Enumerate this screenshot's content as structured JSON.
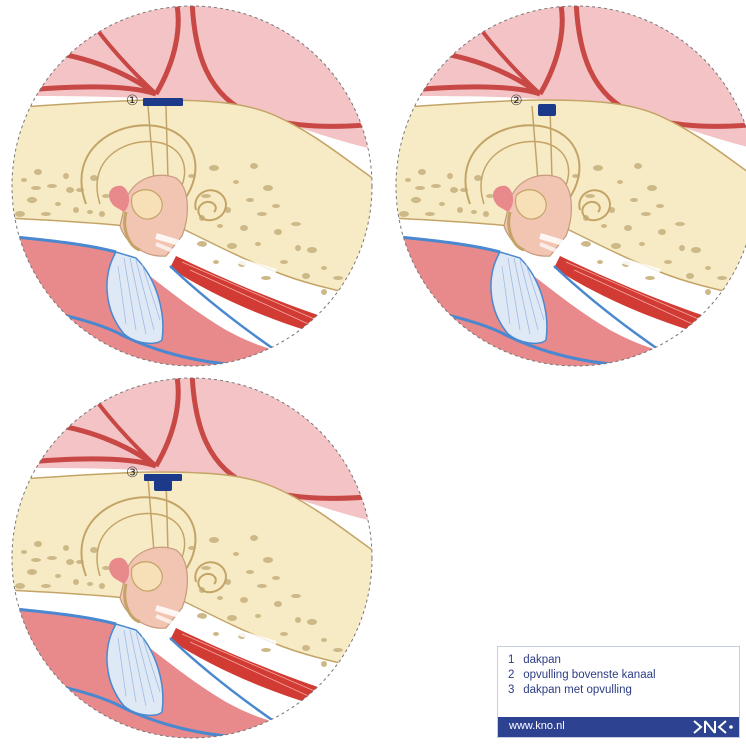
{
  "panels": [
    {
      "marker": "①",
      "procedure": "dakpan"
    },
    {
      "marker": "②",
      "procedure": "opvulling bovenste kanaal"
    },
    {
      "marker": "③",
      "procedure": "dakpan met opvulling"
    }
  ],
  "legend": {
    "items": [
      {
        "number": "1",
        "label": "dakpan"
      },
      {
        "number": "2",
        "label": "opvulling bovenste kanaal"
      },
      {
        "number": "3",
        "label": "dakpan met opvulling"
      }
    ],
    "url": "www.kno.nl",
    "logo": "kno-logo"
  },
  "colors": {
    "bone": "#f7ebc6",
    "bone_outline": "#c4a466",
    "bone_speckle": "#cdb888",
    "brain": "#f3c3c5",
    "vessel": "#c84845",
    "soft_tissue": "#e8898c",
    "membrane": "#4a88d0",
    "muscle": "#d13b34",
    "repair_patch": "#1d3a8a",
    "brand": "#2d4391"
  }
}
